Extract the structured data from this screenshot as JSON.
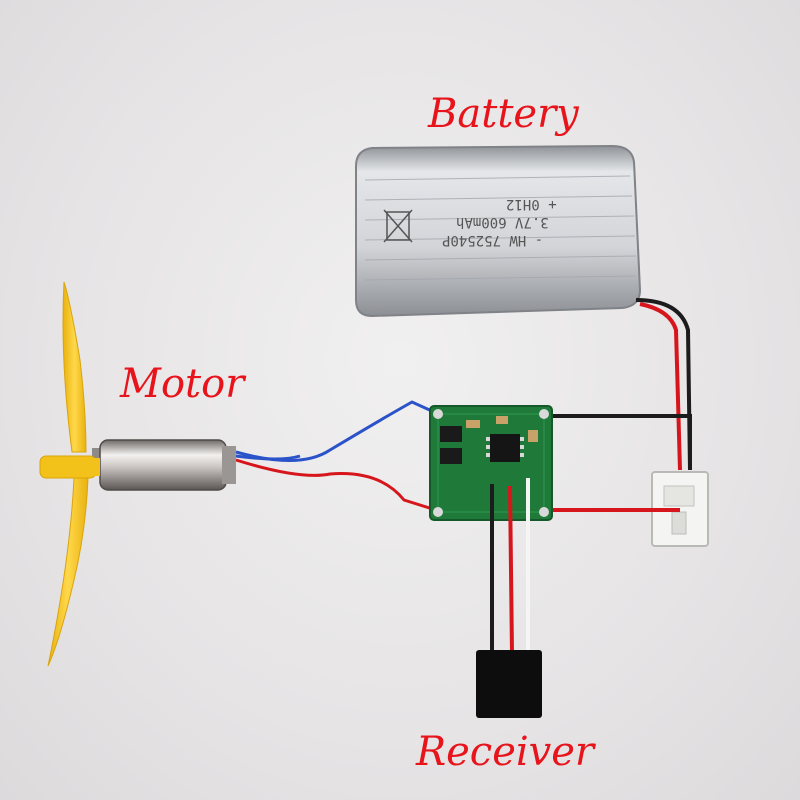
{
  "labels": {
    "battery": "Battery",
    "motor": "Motor",
    "receiver": "Receiver"
  },
  "battery_print": {
    "line1": "+ 0H12",
    "line2": "3.7V 600mAh",
    "line3": "- HW 752540P"
  },
  "colors": {
    "label": "#e8141b",
    "wire_red": "#d6161c",
    "wire_black": "#1c1c1c",
    "wire_white": "#f5f5f5",
    "wire_blue": "#2b53c9",
    "pcb": "#1f7a3a",
    "propeller": "#f2c21a",
    "battery_silver": "#c9cbcf"
  }
}
